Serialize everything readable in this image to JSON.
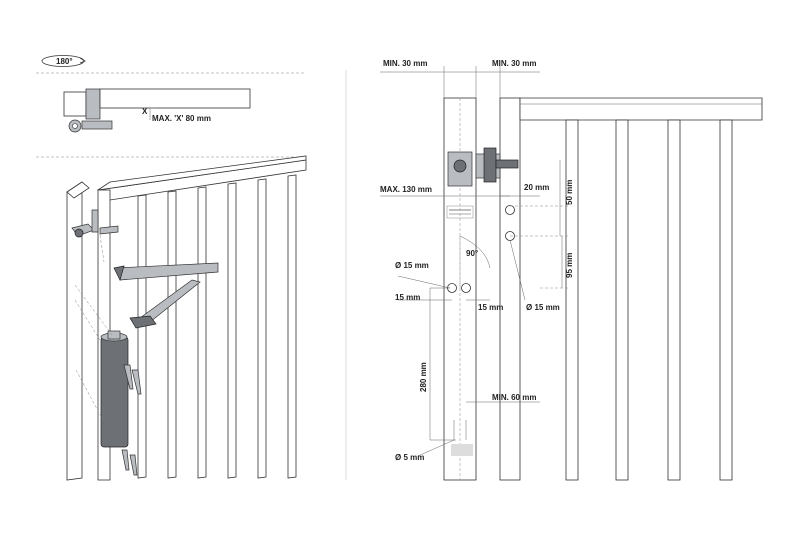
{
  "rotation_badge": {
    "label": "180°"
  },
  "left_detail": {
    "max_x_label": "MAX. 'X' 80 mm",
    "x_marker": "X"
  },
  "dimensions": {
    "min_30_left": "MIN. 30 mm",
    "min_30_right": "MIN. 30 mm",
    "max_130": "MAX. 130 mm",
    "d20": "20 mm",
    "d50": "50 mm",
    "angle_90": "90°",
    "d95": "95 mm",
    "dia15_a": "Ø 15 mm",
    "d15_left": "15 mm",
    "d15_right": "15 mm",
    "dia15_b": "Ø 15 mm",
    "d280": "280 mm",
    "min_60": "MIN. 60 mm",
    "dia5": "Ø 5 mm"
  },
  "colors": {
    "line": "#333333",
    "metal": "#b9bcc1",
    "dark_metal": "#6d7075",
    "divider": "#bbbbbb"
  }
}
